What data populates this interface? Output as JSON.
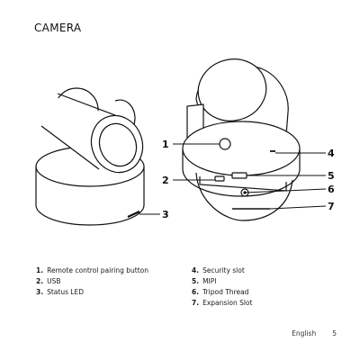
{
  "page": {
    "title": "CAMERA",
    "footer": {
      "language": "English",
      "page_number": "5"
    }
  },
  "callouts": [
    "1",
    "2",
    "3",
    "4",
    "5",
    "6",
    "7"
  ],
  "legend": {
    "left": [
      {
        "num": "1.",
        "label": "Remote control pairing button"
      },
      {
        "num": "2.",
        "label": "USB"
      },
      {
        "num": "3.",
        "label": "Status LED"
      }
    ],
    "right": [
      {
        "num": "4.",
        "label": "Security slot"
      },
      {
        "num": "5.",
        "label": "MIPI"
      },
      {
        "num": "6.",
        "label": "Tripod Thread"
      },
      {
        "num": "7.",
        "label": "Expansion Slot"
      }
    ]
  }
}
